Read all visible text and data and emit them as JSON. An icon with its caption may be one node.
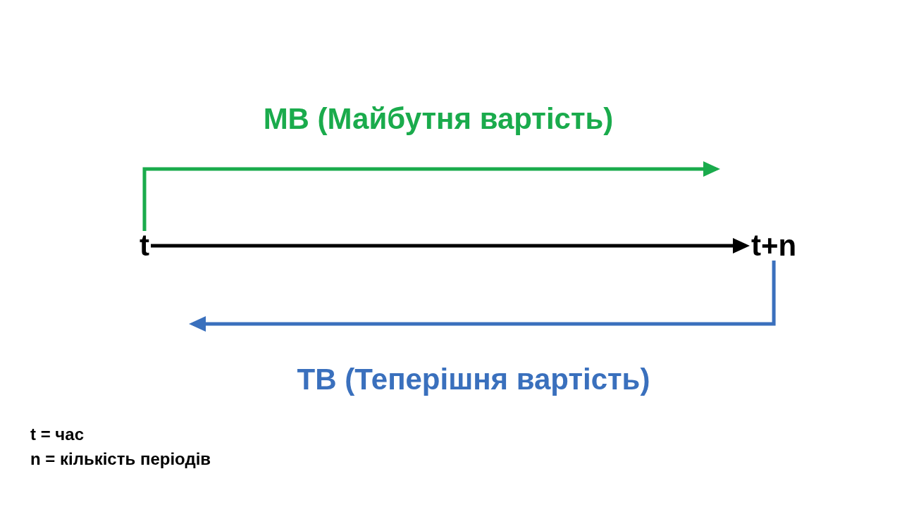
{
  "diagram": {
    "nodes": [
      {
        "text": [
          "t"
        ]
      },
      {
        "text": [
          "t+n"
        ]
      }
    ],
    "edges": [
      {
        "from": 0,
        "to": 1,
        "arrow": "to"
      },
      {
        "from": 0,
        "to": null,
        "arrow": "to",
        "label": "МВ (Майбутня вартість)",
        "color": "#1aab4c"
      },
      {
        "from": 1,
        "to": null,
        "arrow": "to",
        "label": "ТВ (Теперішня вартість)",
        "color": "#3a70bd"
      }
    ],
    "labels": [
      "t = час",
      "n = кількість періодів"
    ]
  }
}
